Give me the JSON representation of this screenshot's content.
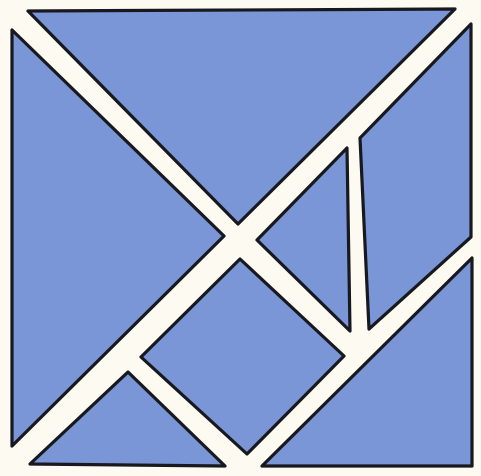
{
  "figure": {
    "pieces": [
      {
        "name": "large-triangle-top",
        "color": "#7a96d6"
      },
      {
        "name": "large-triangle-left",
        "color": "#7a96d6"
      },
      {
        "name": "medium-triangle-bottom-right",
        "color": "#7a96d6"
      },
      {
        "name": "small-triangle-center",
        "color": "#7a96d6"
      },
      {
        "name": "small-triangle-bottom-left",
        "color": "#7a96d6"
      },
      {
        "name": "square-center",
        "color": "#7a96d6"
      },
      {
        "name": "parallelogram-right",
        "color": "#7a96d6"
      }
    ],
    "gap_color": "#fcfaf1",
    "outline_color": "#18181f"
  }
}
